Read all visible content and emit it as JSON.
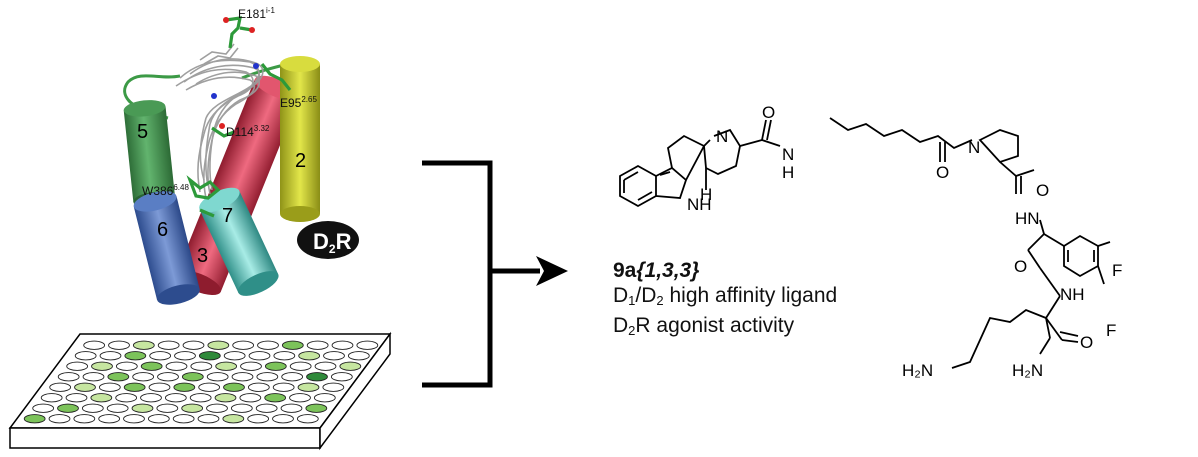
{
  "receptor": {
    "helix_labels": [
      "5",
      "2",
      "6",
      "7",
      "3"
    ],
    "residues": [
      {
        "name": "E181",
        "sup": "i-1"
      },
      {
        "name": "E95",
        "sup": "2.65"
      },
      {
        "name": "D114",
        "sup": "3.32"
      },
      {
        "name": "W386",
        "sup": "6.48"
      }
    ],
    "badge": {
      "main": "D",
      "sub": "2",
      "tail": "R",
      "color": "#111111"
    },
    "helix_colors": {
      "h5": "#4a9a55",
      "h2": "#c8cc2c",
      "h6": "#4a6fb8",
      "h7": "#5ec8c0",
      "h3": "#d9425a"
    }
  },
  "plate": {
    "rows": 8,
    "cols": 12,
    "well_colors": {
      "light": "#c6e6a0",
      "medium": "#7cc35a",
      "dark": "#2f8a3a",
      "empty": "#ffffff"
    }
  },
  "compound": {
    "code": "9a",
    "code_suffix": "{1,3,3}",
    "line1": {
      "a": "D",
      "a_sub": "1",
      "b": "/D",
      "b_sub": "2",
      "rest": " high affinity ligand"
    },
    "line2": {
      "a": "D",
      "a_sub": "2",
      "rest": "R agonist activity"
    },
    "atoms": {
      "n_ring": "N",
      "nh_indole": "NH",
      "h_stereo": "H",
      "o_amide1": "O",
      "n_amide1": "N",
      "h_amide1": "H",
      "o_linker": "O",
      "n_pro": "N",
      "o_pro": "O",
      "hn_phe": "HN",
      "o_phe": "O",
      "nh_lys": "NH",
      "f1": "F",
      "f2": "F",
      "h2n_side": "H₂N",
      "h2n_amide": "H₂N",
      "o_lys": "O"
    }
  }
}
